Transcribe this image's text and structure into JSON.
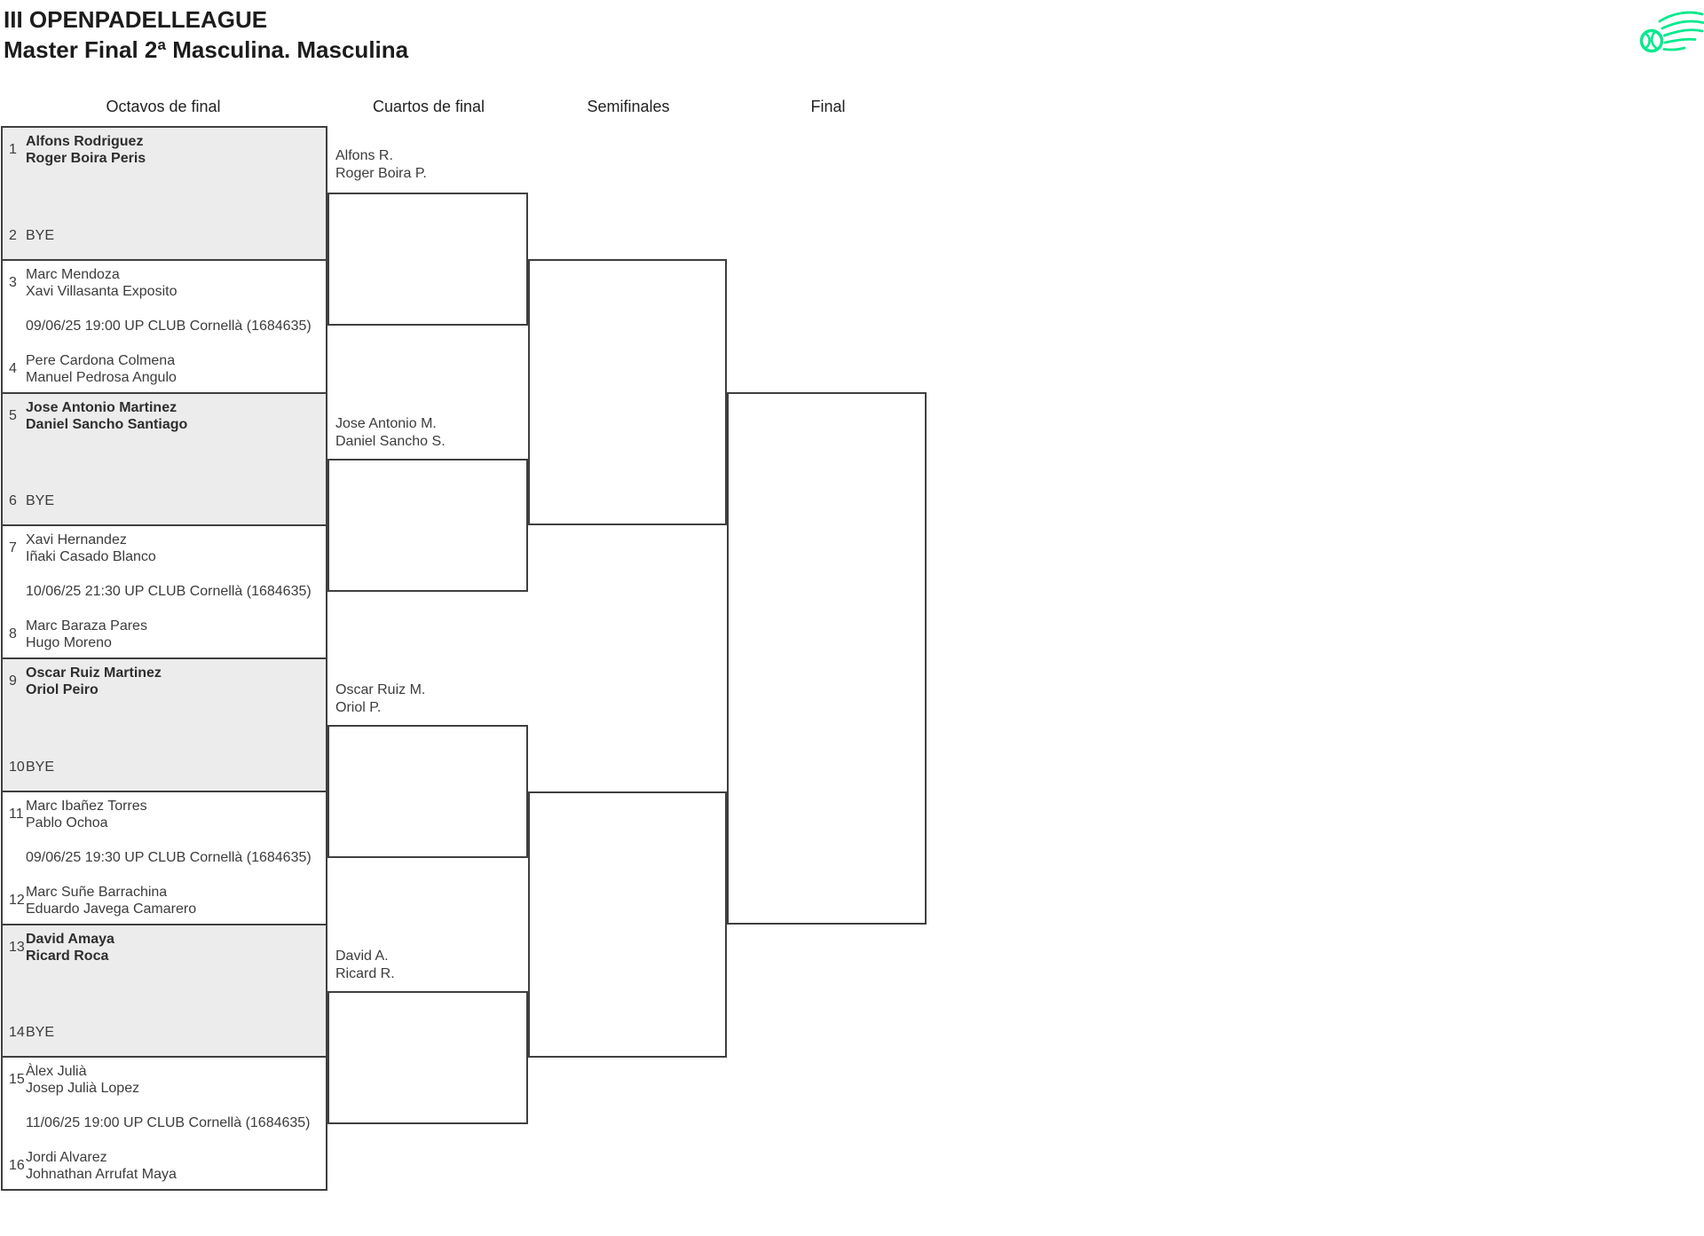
{
  "header": {
    "title": "III OPENPADELLEAGUE",
    "subtitle": "Master Final 2ª Masculina. Masculina"
  },
  "columns": {
    "octavos": "Octavos de final",
    "cuartos": "Cuartos de final",
    "semifinales": "Semifinales",
    "final": "Final"
  },
  "colors": {
    "accent_green": "#00E98C",
    "shaded_box": "#ECECEC",
    "line": "#3F3F3F",
    "text": "#3C3C3C"
  },
  "octavos": [
    {
      "seed_top": "1",
      "team_top_line1": "Alfons Rodriguez",
      "team_top_line2": "Roger Boira Peris",
      "seed_bottom": "2",
      "bye_label": "BYE"
    },
    {
      "seed_top": "3",
      "team_top_line1": "Marc Mendoza",
      "team_top_line2": "Xavi Villasanta Exposito",
      "schedule": "09/06/25 19:00 UP CLUB Cornellà (1684635)",
      "seed_bottom": "4",
      "team_bottom_line1": "Pere Cardona Colmena",
      "team_bottom_line2": "Manuel Pedrosa Angulo"
    },
    {
      "seed_top": "5",
      "team_top_line1": "Jose Antonio Martinez",
      "team_top_line2": "Daniel Sancho Santiago",
      "seed_bottom": "6",
      "bye_label": "BYE"
    },
    {
      "seed_top": "7",
      "team_top_line1": "Xavi Hernandez",
      "team_top_line2": "Iñaki Casado Blanco",
      "schedule": "10/06/25 21:30 UP CLUB Cornellà (1684635)",
      "seed_bottom": "8",
      "team_bottom_line1": "Marc Baraza Pares",
      "team_bottom_line2": "Hugo Moreno"
    },
    {
      "seed_top": "9",
      "team_top_line1": "Oscar Ruiz Martinez",
      "team_top_line2": "Oriol Peiro",
      "seed_bottom": "10",
      "bye_label": "BYE"
    },
    {
      "seed_top": "11",
      "team_top_line1": "Marc Ibañez Torres",
      "team_top_line2": "Pablo Ochoa",
      "schedule": "09/06/25 19:30 UP CLUB Cornellà (1684635)",
      "seed_bottom": "12",
      "team_bottom_line1": "Marc Suñe Barrachina",
      "team_bottom_line2": "Eduardo Javega Camarero"
    },
    {
      "seed_top": "13",
      "team_top_line1": "David Amaya",
      "team_top_line2": "Ricard Roca",
      "seed_bottom": "14",
      "bye_label": "BYE"
    },
    {
      "seed_top": "15",
      "team_top_line1": "Àlex Julià",
      "team_top_line2": "Josep Julià Lopez",
      "schedule": "11/06/25 19:00 UP CLUB Cornellà (1684635)",
      "seed_bottom": "16",
      "team_bottom_line1": "Jordi Alvarez",
      "team_bottom_line2": "Johnathan Arrufat Maya"
    }
  ],
  "cuartos_winners": [
    {
      "line1": "Alfons R.",
      "line2": "Roger Boira P."
    },
    {
      "line1": "Jose Antonio M.",
      "line2": "Daniel Sancho S."
    },
    {
      "line1": "Oscar Ruiz M.",
      "line2": "Oriol P."
    },
    {
      "line1": "David A.",
      "line2": "Ricard R."
    }
  ]
}
